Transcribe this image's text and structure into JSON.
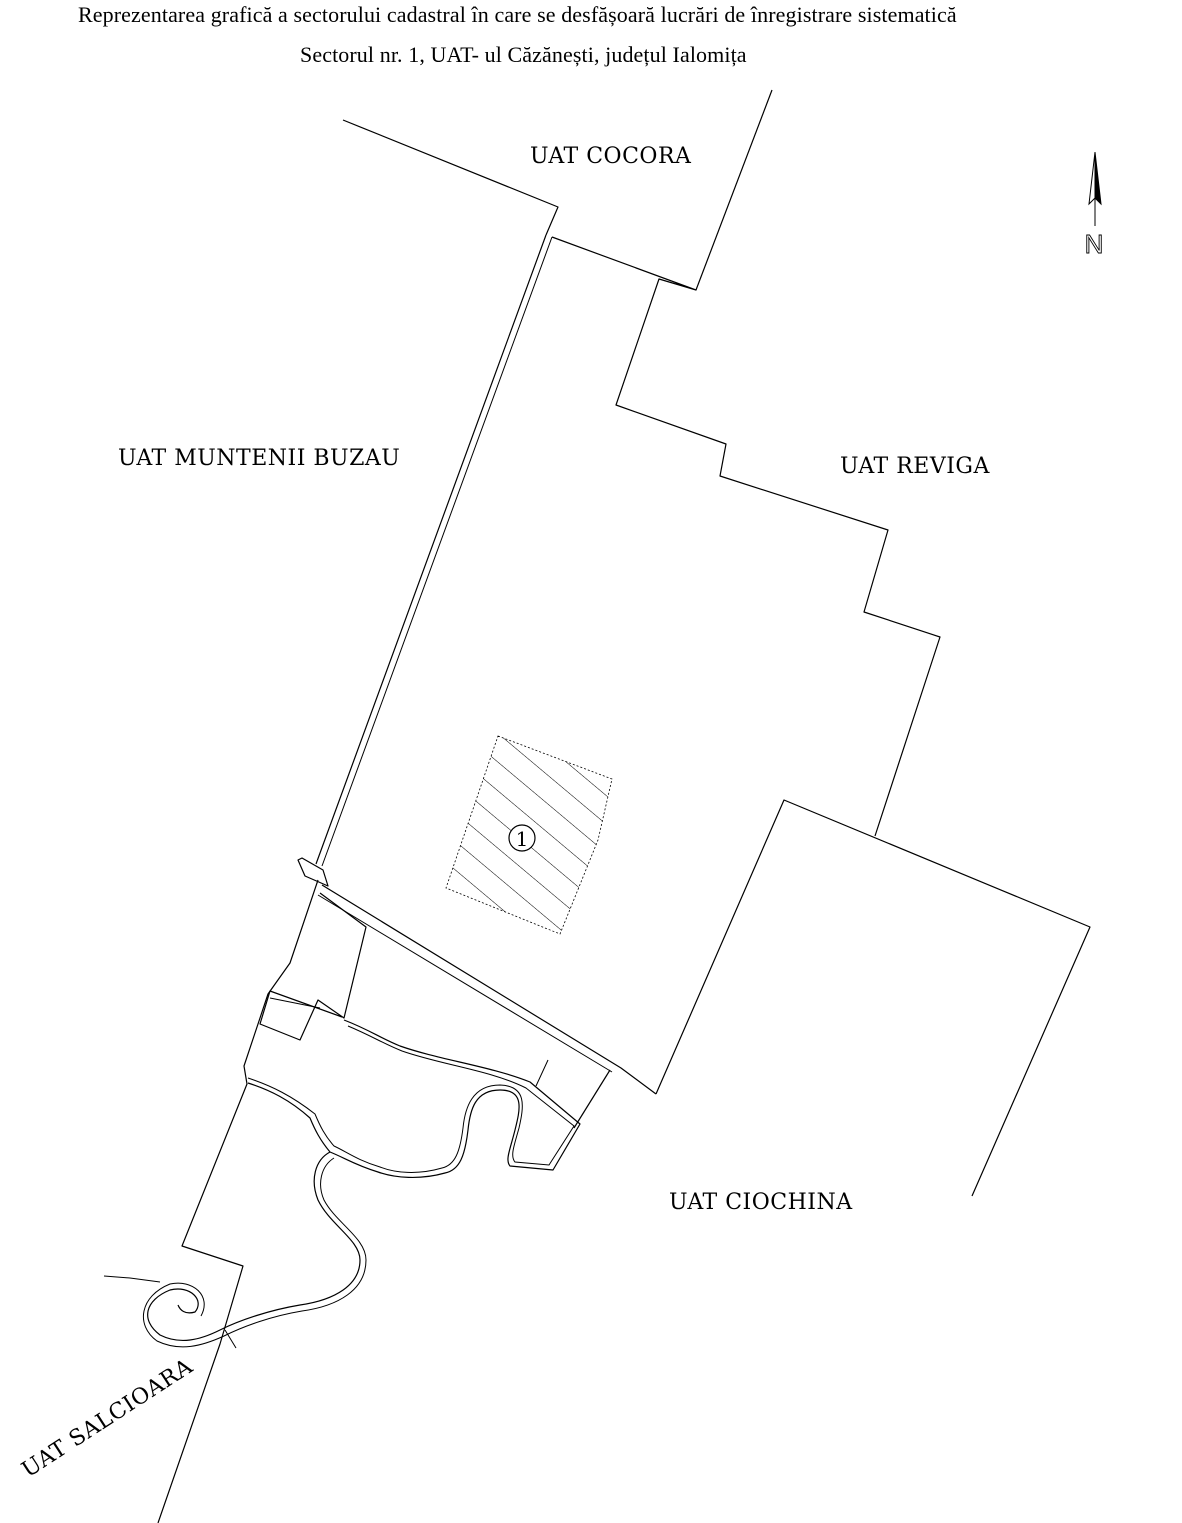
{
  "title": {
    "line1": "Reprezentarea grafică a sectorului cadastral în care se desfășoară lucrări de înregistrare sistematică",
    "line2": "Sectorul nr. 1, UAT- ul Căzănești, județul Ialomița"
  },
  "map": {
    "labels": {
      "cocora": "UAT COCORA",
      "muntenii_buzau": "UAT MUNTENII BUZAU",
      "reviga": "UAT REVIGA",
      "ciochina": "UAT CIOCHINA",
      "salcioara": "UAT SALCIOARA"
    },
    "sector_number": "1",
    "north_letter": "N",
    "line_color": "#000000",
    "background": "#ffffff"
  }
}
